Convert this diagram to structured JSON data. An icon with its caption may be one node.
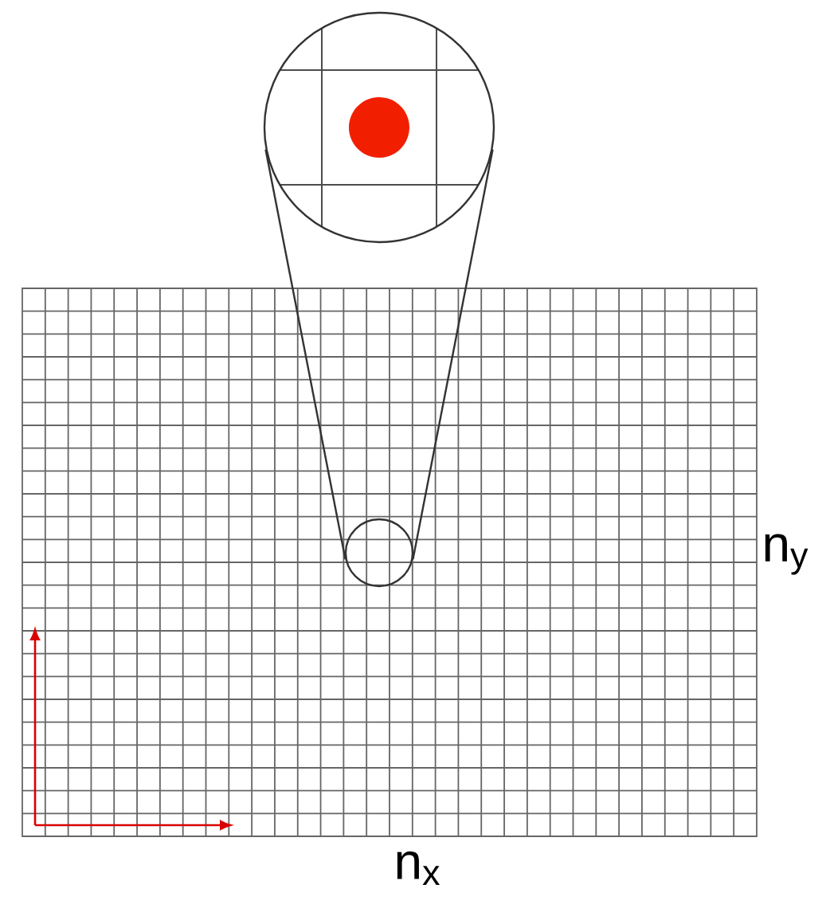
{
  "diagram": {
    "nodes": [
      {
        "text": [],
        "shape": "circle"
      },
      {
        "text": [],
        "shape": "circle"
      }
    ],
    "edges": [
      {
        "from": 0,
        "to": 1,
        "arrow": "none"
      },
      {
        "from": 0,
        "to": 1,
        "arrow": "none"
      }
    ],
    "labels": [
      "n$_{y}$",
      "n$_{x}$"
    ]
  }
}
